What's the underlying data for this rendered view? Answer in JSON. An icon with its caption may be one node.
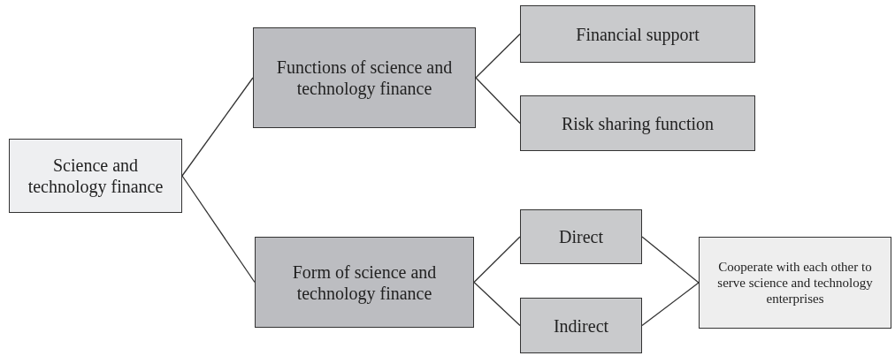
{
  "diagram": {
    "nodes": [
      {
        "text": [
          "Science and technology finance"
        ]
      },
      {
        "text": [
          "Functions of science and technology finance"
        ]
      },
      {
        "text": [
          "Form of science and technology finance"
        ]
      },
      {
        "text": [
          "Financial support"
        ]
      },
      {
        "text": [
          "Risk sharing function"
        ]
      },
      {
        "text": [
          "Direct"
        ]
      },
      {
        "text": [
          "Indirect"
        ]
      },
      {
        "text": [
          "Cooperate with each other to serve science and technology enterprises"
        ]
      }
    ],
    "edges": [
      {
        "from": 0,
        "to": 1,
        "arrow": "none"
      },
      {
        "from": 0,
        "to": 2,
        "arrow": "none"
      },
      {
        "from": 1,
        "to": 3,
        "arrow": "none"
      },
      {
        "from": 1,
        "to": 4,
        "arrow": "none"
      },
      {
        "from": 2,
        "to": 5,
        "arrow": "none"
      },
      {
        "from": 2,
        "to": 6,
        "arrow": "none"
      },
      {
        "from": 5,
        "to": 7,
        "arrow": "none"
      },
      {
        "from": 6,
        "to": 7,
        "arrow": "none"
      }
    ]
  }
}
